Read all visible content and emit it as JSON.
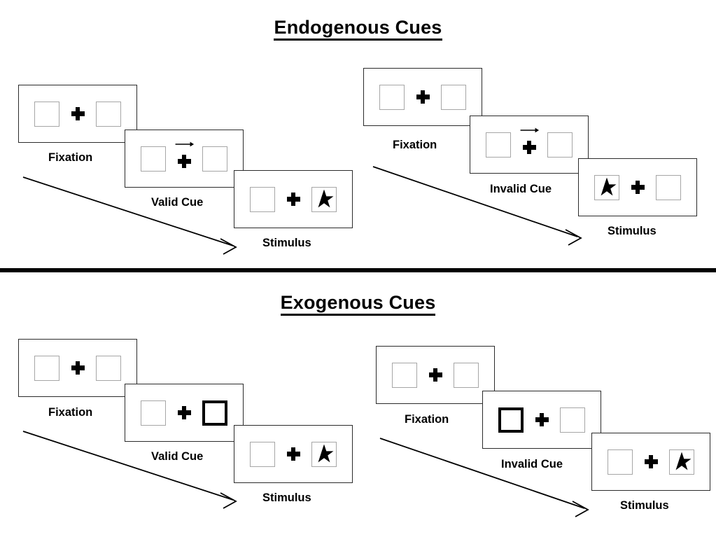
{
  "sections": [
    {
      "id": "endogenous",
      "title": "Endogenous Cues",
      "sequences": [
        {
          "id": "endogenous-valid",
          "panels": [
            {
              "label": "Fixation",
              "left_box": "empty",
              "right_box": "empty",
              "cue_arrow": false
            },
            {
              "label": "Valid Cue",
              "left_box": "empty",
              "right_box": "empty",
              "cue_arrow": true
            },
            {
              "label": "Stimulus",
              "left_box": "empty",
              "right_box": "star",
              "cue_arrow": false
            }
          ]
        },
        {
          "id": "endogenous-invalid",
          "panels": [
            {
              "label": "Fixation",
              "left_box": "empty",
              "right_box": "empty",
              "cue_arrow": false
            },
            {
              "label": "Invalid Cue",
              "left_box": "empty",
              "right_box": "empty",
              "cue_arrow": true
            },
            {
              "label": "Stimulus",
              "left_box": "star",
              "right_box": "empty",
              "cue_arrow": false
            }
          ]
        }
      ]
    },
    {
      "id": "exogenous",
      "title": "Exogenous Cues",
      "sequences": [
        {
          "id": "exogenous-valid",
          "panels": [
            {
              "label": "Fixation",
              "left_box": "empty",
              "right_box": "empty",
              "cue_arrow": false
            },
            {
              "label": "Valid Cue",
              "left_box": "empty",
              "right_box": "cued",
              "cue_arrow": false
            },
            {
              "label": "Stimulus",
              "left_box": "empty",
              "right_box": "star",
              "cue_arrow": false
            }
          ]
        },
        {
          "id": "exogenous-invalid",
          "panels": [
            {
              "label": "Fixation",
              "left_box": "empty",
              "right_box": "empty",
              "cue_arrow": false
            },
            {
              "label": "Invalid Cue",
              "left_box": "cued",
              "right_box": "empty",
              "cue_arrow": false
            },
            {
              "label": "Stimulus",
              "left_box": "empty",
              "right_box": "star",
              "cue_arrow": false
            }
          ]
        }
      ]
    }
  ],
  "labels": {
    "endogenous_title": "Endogenous Cues",
    "exogenous_title": "Exogenous Cues",
    "fixation": "Fixation",
    "valid_cue": "Valid Cue",
    "invalid_cue": "Invalid Cue",
    "stimulus": "Stimulus",
    "ev_fixation": "Fixation",
    "ev_cue": "Valid Cue",
    "ev_stimulus": "Stimulus",
    "ei_fixation": "Fixation",
    "ei_cue": "Invalid Cue",
    "ei_stimulus": "Stimulus",
    "xv_fixation": "Fixation",
    "xv_cue": "Valid Cue",
    "xv_stimulus": "Stimulus",
    "xi_fixation": "Fixation",
    "xi_cue": "Invalid Cue",
    "xi_stimulus": "Stimulus"
  },
  "colors": {
    "background": "#ffffff",
    "panel_border": "#2b2b2b",
    "box_border": "#a6a6a6",
    "cued_box_border": "#000000",
    "ink": "#000000",
    "divider": "#000000"
  }
}
